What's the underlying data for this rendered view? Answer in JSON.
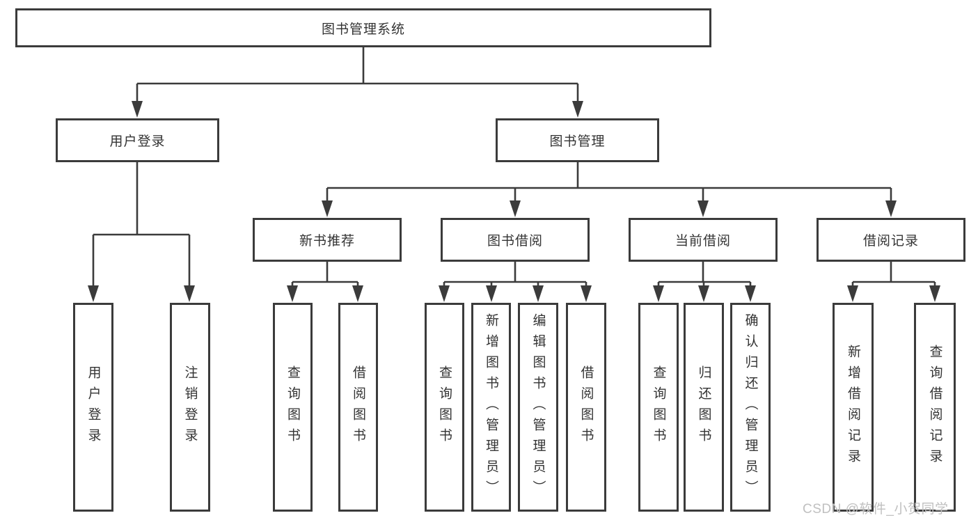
{
  "diagram": {
    "root": {
      "label": "图书管理系统"
    },
    "level2": [
      {
        "label": "用户登录"
      },
      {
        "label": "图书管理"
      }
    ],
    "level3": [
      {
        "label": "新书推荐"
      },
      {
        "label": "图书借阅"
      },
      {
        "label": "当前借阅"
      },
      {
        "label": "借阅记录"
      }
    ],
    "leaves": {
      "user_login": [
        "用户登录",
        "注销登录"
      ],
      "new_books": [
        "查询图书",
        "借阅图书"
      ],
      "book_borrow": [
        "查询图书",
        "新增图书（管理员）",
        "编辑图书（管理员）",
        "借阅图书"
      ],
      "current_borrow": [
        "查询图书",
        "归还图书",
        "确认归还（管理员）"
      ],
      "borrow_records": [
        "新增借阅记录",
        "查询借阅记录"
      ]
    }
  },
  "watermark": {
    "text": "CSDN @软件_小贺同学"
  },
  "colors": {
    "line": "#3b3b3b",
    "text": "#333333",
    "watermark": "#c0c0c0",
    "background": "#ffffff"
  }
}
